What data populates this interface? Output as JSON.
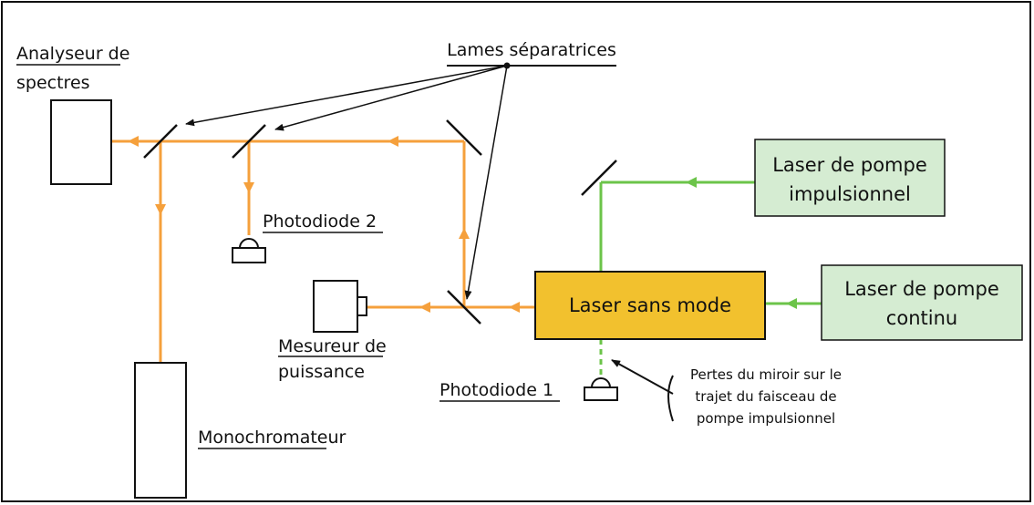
{
  "colors": {
    "orange_beam": "#f5a03c",
    "green_beam": "#6cc44a",
    "laser_box": "#f2c12e",
    "pump_box": "#d5ecd2",
    "outline": "#111111"
  },
  "labels": {
    "beam_splitters": "Lames séparatrices",
    "spectrum_analyzer_l1": "Analyseur de",
    "spectrum_analyzer_l2": "spectres",
    "photodiode2": "Photodiode 2",
    "power_meter_l1": "Mesureur de",
    "power_meter_l2": "puissance",
    "photodiode1": "Photodiode 1",
    "monochromator": "Monochromateur",
    "modeless_laser": "Laser sans mode",
    "pulsed_pump_l1": "Laser de pompe",
    "pulsed_pump_l2": "impulsionnel",
    "cw_pump_l1": "Laser de pompe",
    "cw_pump_l2": "continu",
    "mirror_losses_l1": "Pertes du miroir sur le",
    "mirror_losses_l2": "trajet du faisceau de",
    "mirror_losses_l3": "pompe impulsionnel"
  }
}
